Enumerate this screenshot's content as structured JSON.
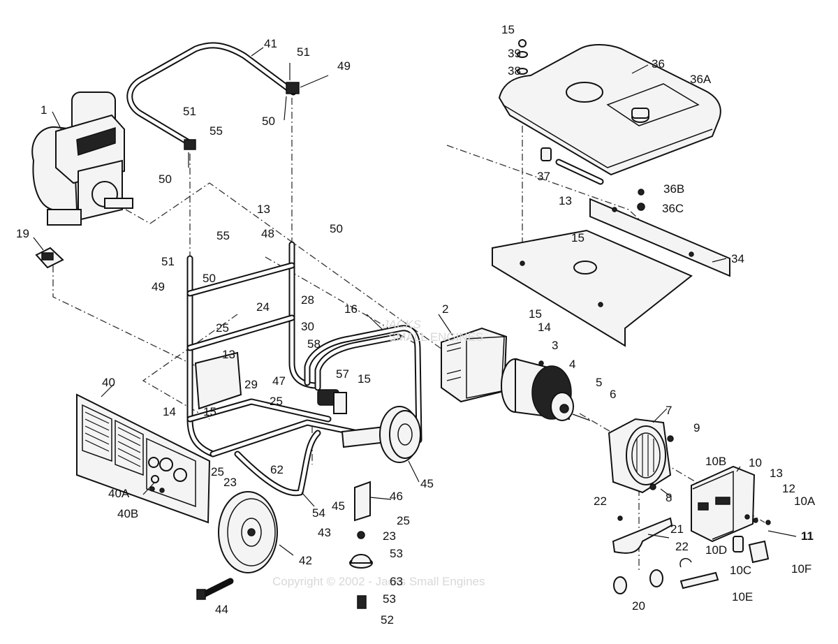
{
  "watermark": {
    "copyright": "Copyright © 2002 - Jacks Small Engines",
    "logo_name": "JACKS",
    "logo_sub": "SMALL ENGINES"
  },
  "labels": {
    "p1": "1",
    "p2": "2",
    "p3": "3",
    "p4": "4",
    "p5": "5",
    "p6": "6",
    "p7": "7",
    "p8": "8",
    "p9": "9",
    "p10": "10",
    "p10a": "10A",
    "p10b": "10B",
    "p10c": "10C",
    "p10d": "10D",
    "p10e": "10E",
    "p10f": "10F",
    "p11": "11",
    "p12": "12",
    "p13_top": "13",
    "p13_frame": "13",
    "p13_mid": "13",
    "p13_right": "13",
    "p14_a": "14",
    "p14_b": "14",
    "p15_top": "15",
    "p15_tank": "15",
    "p15_frame": "15",
    "p15_axle": "15",
    "p15_gen": "15",
    "p16": "16",
    "p19": "19",
    "p20": "20",
    "p21": "21",
    "p22_a": "22",
    "p22_b": "22",
    "p23_a": "23",
    "p23_b": "23",
    "p24": "24",
    "p25_a": "25",
    "p25_b": "25",
    "p25_c": "25",
    "p25_d": "25",
    "p28": "28",
    "p29": "29",
    "p30": "30",
    "p34": "34",
    "p36": "36",
    "p36a": "36A",
    "p36b": "36B",
    "p36c": "36C",
    "p37": "37",
    "p38": "38",
    "p39": "39",
    "p40": "40",
    "p40a": "40A",
    "p40b": "40B",
    "p41": "41",
    "p42": "42",
    "p43": "43",
    "p44": "44",
    "p45_a": "45",
    "p45_b": "45",
    "p46": "46",
    "p47": "47",
    "p48": "48",
    "p49_top": "49",
    "p49_left": "49",
    "p50_top": "50",
    "p50_mid": "50",
    "p50_frame": "50",
    "p50_left": "50",
    "p51_top": "51",
    "p51_mid": "51",
    "p51_left": "51",
    "p52": "52",
    "p53_a": "53",
    "p53_b": "53",
    "p54": "54",
    "p55_top": "55",
    "p55_frame": "55",
    "p57": "57",
    "p58": "58",
    "p62": "62",
    "p63": "63"
  }
}
